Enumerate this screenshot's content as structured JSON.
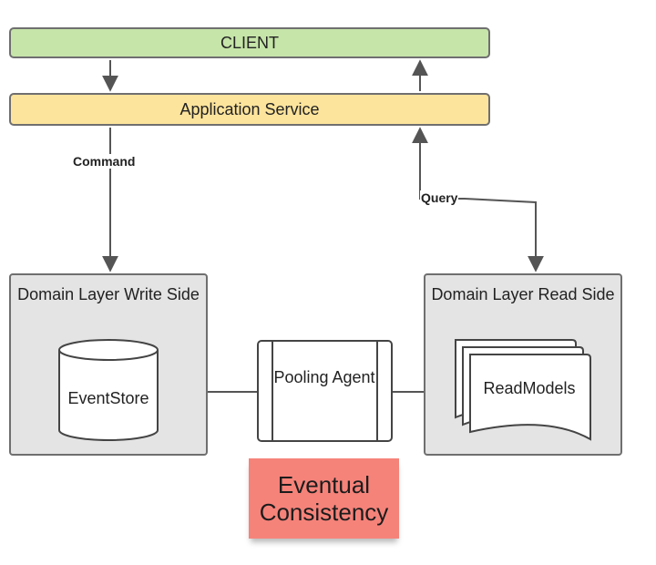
{
  "client": {
    "label": "CLIENT",
    "color": "#c6e5a9"
  },
  "app_service": {
    "label": "Application Service",
    "color": "#fde49c"
  },
  "edges": {
    "command": "Command",
    "query": "Query"
  },
  "write_side": {
    "title": "Domain Layer Write Side",
    "store_label": "EventStore",
    "icon": "database-cylinder-icon"
  },
  "agent": {
    "label": "Pooling Agent"
  },
  "read_side": {
    "title": "Domain Layer Read Side",
    "models_label": "ReadModels",
    "icon": "stacked-documents-icon"
  },
  "note": {
    "text": "Eventual Consistency",
    "color": "#f5837a"
  }
}
